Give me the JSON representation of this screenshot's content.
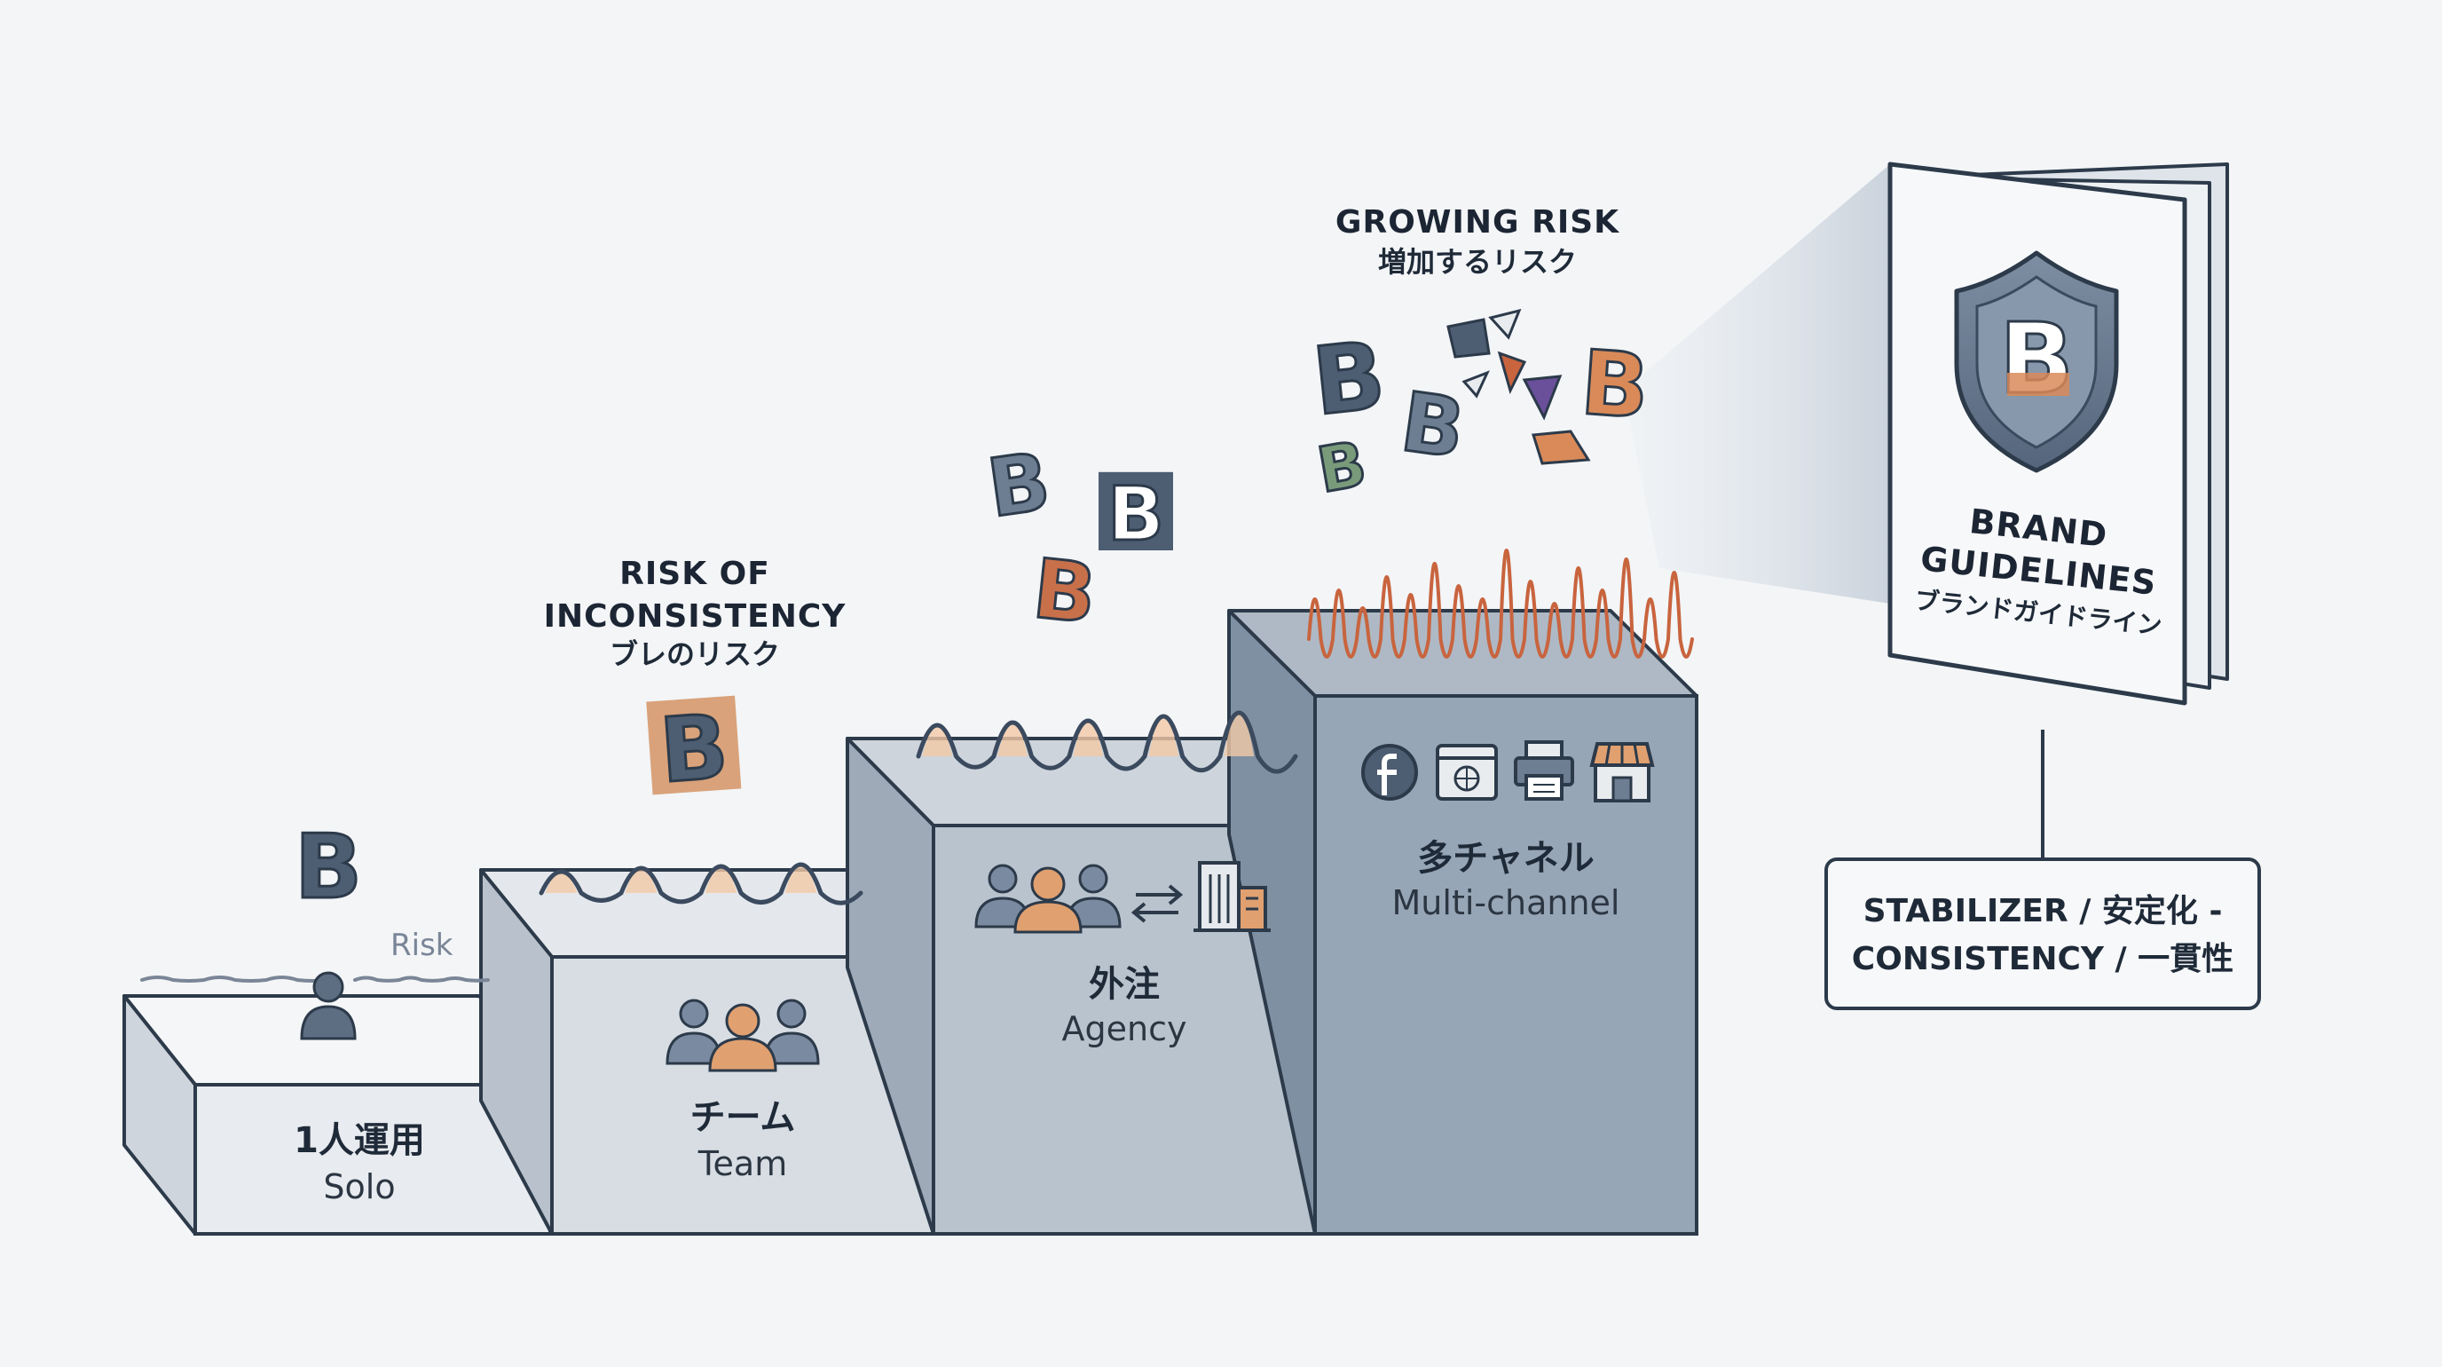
{
  "colors": {
    "navy": "#3b4a5e",
    "outline": "#2c3a4a",
    "orange": "#d98a58",
    "wave_accent": "#c8643e",
    "box_solo": "#e8ebef",
    "box_team": "#d7dde3",
    "box_agency": "#b9c3ce",
    "box_multi": "#97a6b6",
    "background": "#f3f5f7"
  },
  "steps": [
    {
      "label_ja": "1人運用",
      "label_en": "Solo",
      "icon": "person-icon"
    },
    {
      "label_ja": "チーム",
      "label_en": "Team",
      "icon": "group-icon"
    },
    {
      "label_ja": "外注",
      "label_en": "Agency",
      "icon": "group-building-icon"
    },
    {
      "label_ja": "多チャネル",
      "label_en": "Multi-channel",
      "icon": "channels-icon"
    }
  ],
  "annotations": {
    "risk_small": "Risk",
    "inconsistency_line1": "RISK OF",
    "inconsistency_line2": "INCONSISTENCY",
    "inconsistency_ja": "ブレのリスク",
    "growing_en": "GROWING RISK",
    "growing_ja": "増加するリスク"
  },
  "guidelines": {
    "title_line1": "BRAND",
    "title_line2": "GUIDELINES",
    "title_ja": "ブランドガイドライン",
    "logo_letter": "B"
  },
  "stabilizer": {
    "line1": "STABILIZER / 安定化 -",
    "line2": "CONSISTENCY / 一貫性"
  },
  "logo_letter": "B",
  "channel_icons": [
    "facebook-icon",
    "browser-icon",
    "printer-icon",
    "store-icon"
  ]
}
